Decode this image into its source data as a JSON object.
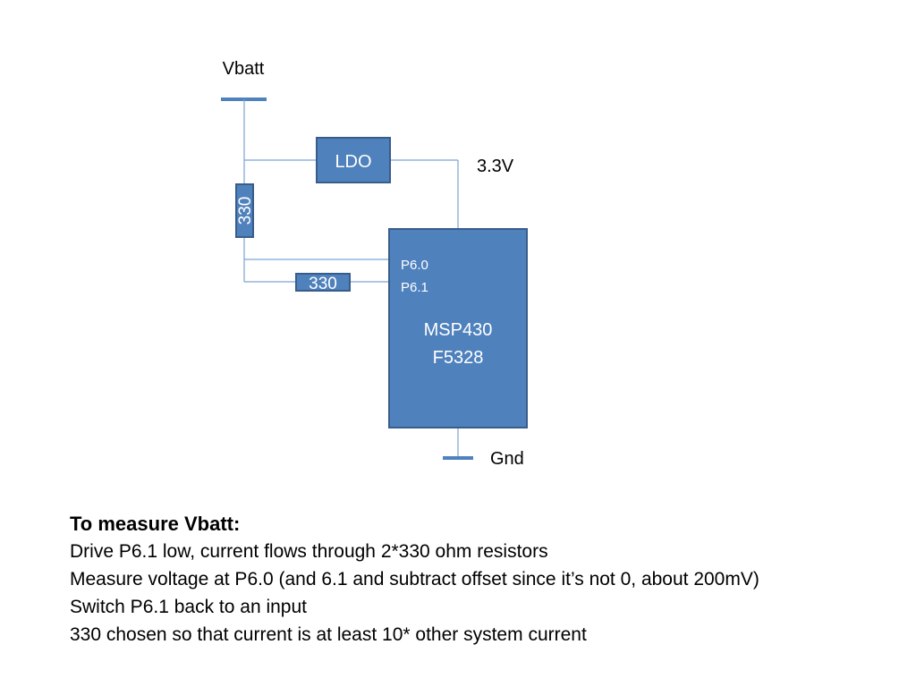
{
  "schematic": {
    "vbatt_label": "Vbatt",
    "ldo_label": "LDO",
    "v33_label": "3.3V",
    "resistor_vertical_label": "330",
    "resistor_horizontal_label": "330",
    "mcu_pins": [
      "P6.0",
      "P6.1"
    ],
    "mcu_name_line1": "MSP430",
    "mcu_name_line2": "F5328",
    "gnd_label": "Gnd",
    "colors": {
      "component_fill": "#4f81bd",
      "component_border": "#385d8a",
      "wire": "#7ba3d3",
      "rail": "#4f81bd"
    }
  },
  "notes": {
    "heading": "To measure Vbatt:",
    "lines": [
      "Drive P6.1 low, current flows through 2*330 ohm resistors",
      "Measure voltage at P6.0 (and 6.1 and subtract offset since it’s not 0, about 200mV)",
      "Switch P6.1 back to an input",
      "330 chosen so that current is at least 10* other system current"
    ]
  }
}
